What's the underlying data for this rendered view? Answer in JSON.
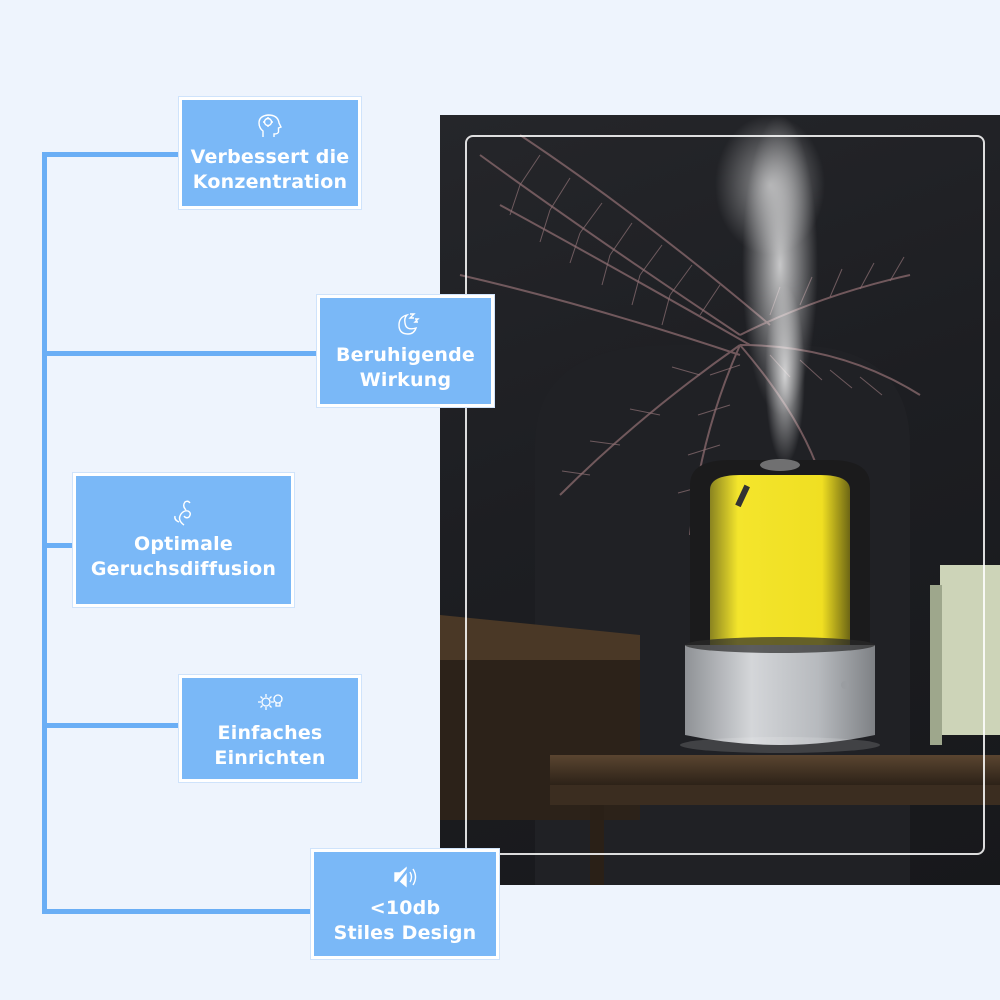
{
  "features": [
    {
      "id": "concentration",
      "icon": "brain-head-icon",
      "label": "Verbessert die\nKonzentration"
    },
    {
      "id": "calming",
      "icon": "moon-sleep-icon",
      "label": "Beruhigende\nWirkung"
    },
    {
      "id": "diffusion",
      "icon": "aroma-swirl-icon",
      "label": "Optimale\nGeruchsdiffusion"
    },
    {
      "id": "setup",
      "icon": "gear-bulb-icon",
      "label": "Einfaches\nEinrichten"
    },
    {
      "id": "design",
      "icon": "speaker-mute-icon",
      "label": "<10db\nStiles Design"
    }
  ],
  "colors": {
    "background": "#eef4fd",
    "box": "#7ab8f7",
    "connector": "#6aaef5",
    "diffuser_glow": "#f2e12a",
    "diffuser_base": "#b9bcc0"
  },
  "photo": {
    "subject": "aroma-diffuser-photo"
  }
}
